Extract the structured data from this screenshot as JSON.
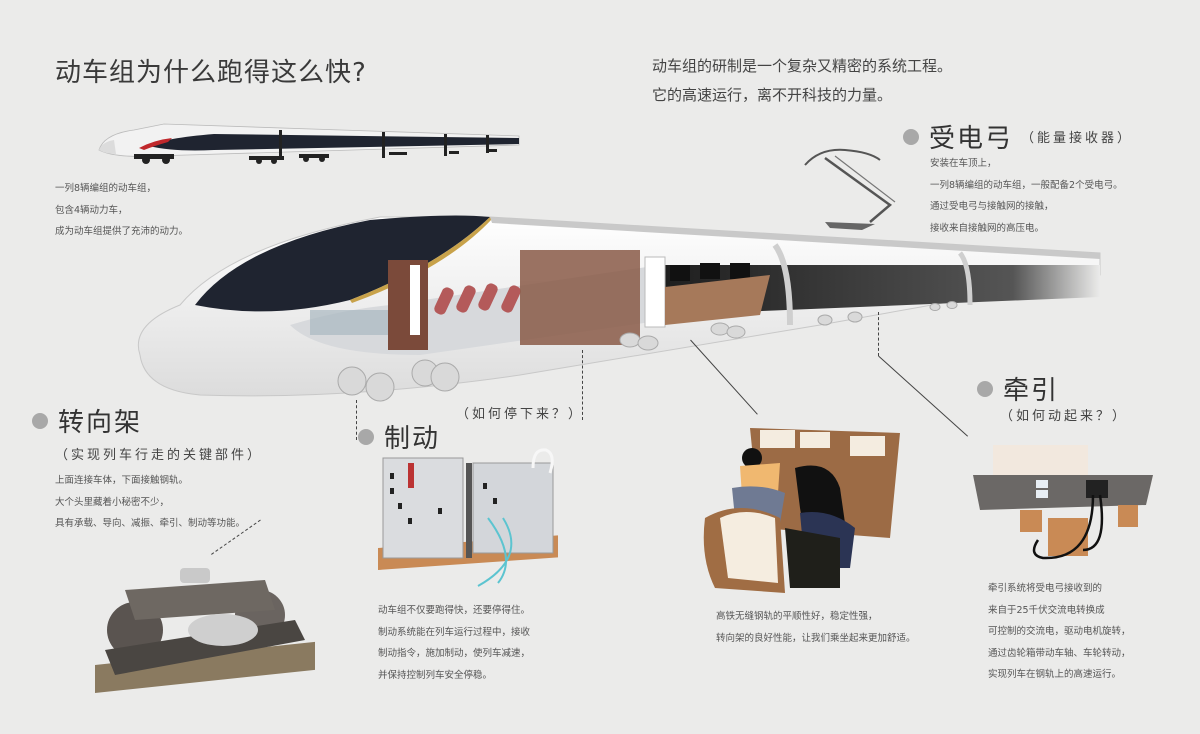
{
  "page": {
    "title": "动车组为什么跑得这么快?",
    "intro": [
      "动车组的研制是一个复杂又精密的系统工程。",
      "它的高速运行，离不开科技的力量。"
    ]
  },
  "train_overview": {
    "desc": [
      "一列8辆编组的动车组，",
      "包含4辆动力车，",
      "成为动车组提供了充沛的动力。"
    ]
  },
  "sections": {
    "pantograph": {
      "heading": "受电弓",
      "subtitle": "（能量接收器）",
      "desc": [
        "安装在车顶上，",
        "一列8辆编组的动车组，一般配备2个受电弓。",
        "通过受电弓与接触网的接触，",
        "接收来自接触网的高压电。"
      ]
    },
    "bogie": {
      "heading": "转向架",
      "subtitle": "（实现列车行走的关键部件）",
      "desc": [
        "上面连接车体，下面接触钢轨。",
        "大个头里藏着小秘密不少，",
        "具有承载、导向、减振、牵引、制动等功能。"
      ]
    },
    "braking": {
      "heading": "制动",
      "subtitle": "（如何停下来？）",
      "desc": [
        "动车组不仅要跑得快，还要停得住。",
        "制动系统能在列车运行过程中，接收",
        "制动指令，施加制动，使列车减速，",
        "并保持控制列车安全停稳。"
      ]
    },
    "cabin": {
      "desc": [
        "高铁无缝钢轨的平顺性好，稳定性强，",
        "转向架的良好性能，让我们乘坐起来更加舒适。"
      ]
    },
    "traction": {
      "heading": "牵引",
      "subtitle": "（如何动起来？）",
      "desc": [
        "牵引系统将受电弓接收到的",
        "来自于25千伏交流电转换成",
        "可控制的交流电，驱动电机旋转，",
        "通过齿轮箱带动车轴、车轮转动，",
        "实现列车在钢轨上的高速运行。"
      ]
    }
  },
  "colors": {
    "background": "#ebebea",
    "bullet": "#a8a8a8",
    "train_dark": "#1f2430",
    "train_body": "#f4f4f4",
    "accent_red": "#c0282c",
    "seat_red": "#b45a5a",
    "wood": "#c98a55",
    "cable_blue": "#5cc4d0"
  }
}
